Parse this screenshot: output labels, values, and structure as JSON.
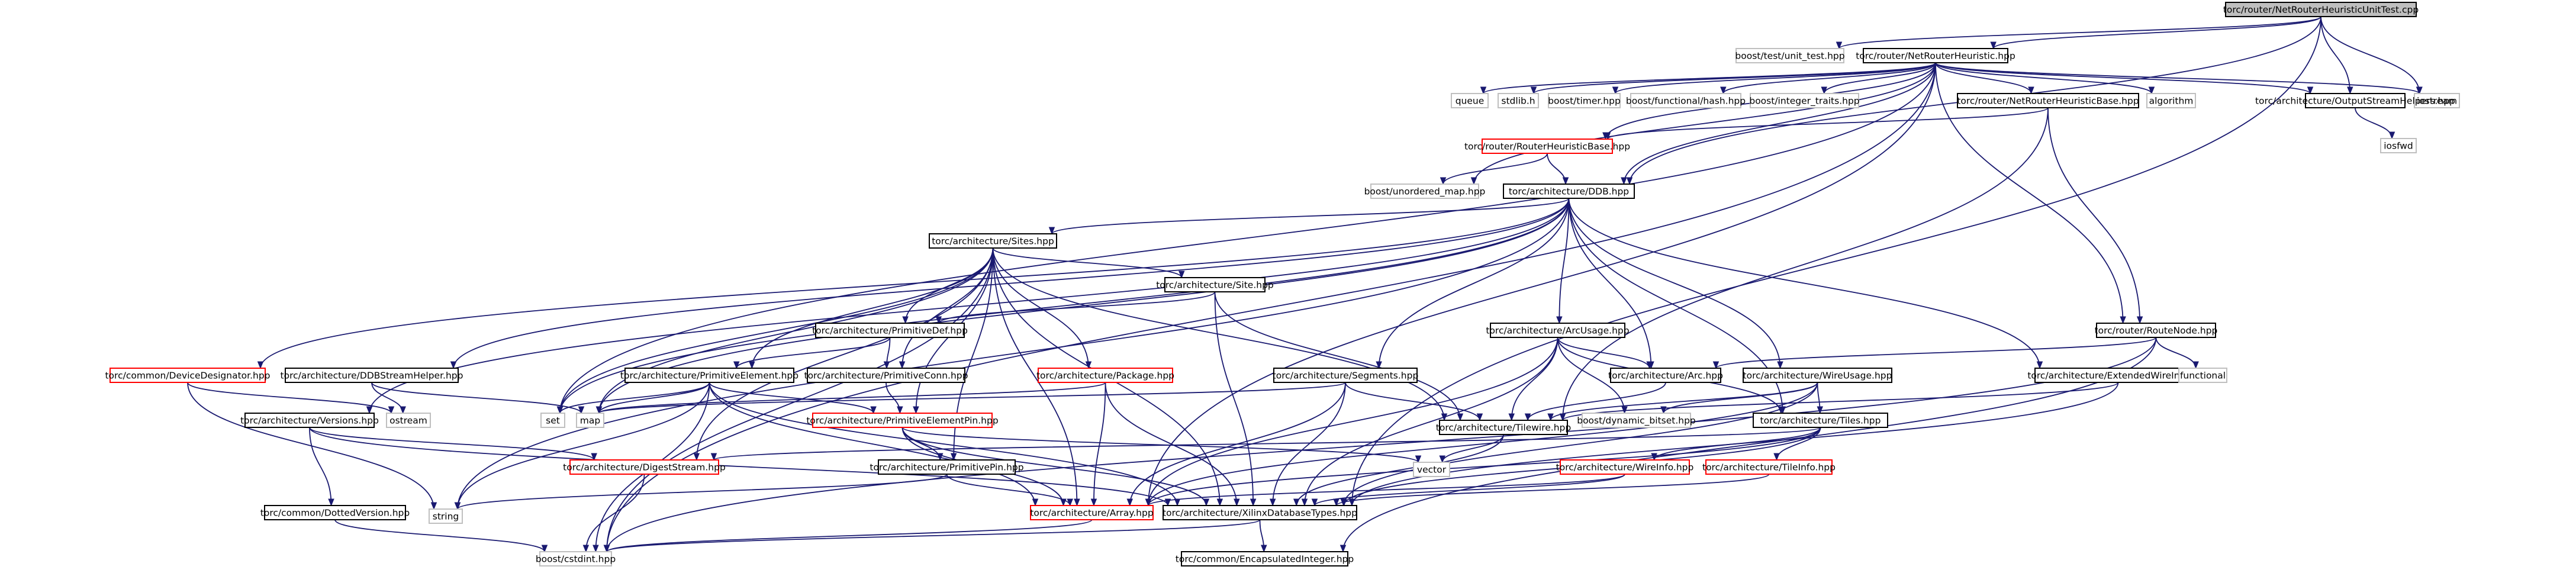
{
  "diagram": {
    "kind": "include-dependency-graph",
    "colors": {
      "edge": "#191970",
      "root_fill": "#bfbfbf",
      "node_border": "#000000",
      "missing_border": "#bfbfbf",
      "error_border": "#ff0000",
      "text": "#000000"
    },
    "nodes": [
      {
        "id": "root",
        "label": "torc/router/NetRouterHeuristicUnitTest.cpp",
        "style": "root"
      },
      {
        "id": "unit_test",
        "label": "boost/test/unit_test.hpp",
        "style": "missing"
      },
      {
        "id": "nrh",
        "label": "torc/router/NetRouterHeuristic.hpp",
        "style": "normal"
      },
      {
        "id": "iostream",
        "label": "iostream",
        "style": "missing"
      },
      {
        "id": "queue",
        "label": "queue",
        "style": "missing"
      },
      {
        "id": "stdlib",
        "label": "stdlib.h",
        "style": "missing"
      },
      {
        "id": "timer",
        "label": "boost/timer.hpp",
        "style": "missing"
      },
      {
        "id": "fhash",
        "label": "boost/functional/hash.hpp",
        "style": "missing"
      },
      {
        "id": "inttraits",
        "label": "boost/integer_traits.hpp",
        "style": "missing"
      },
      {
        "id": "nrhb",
        "label": "torc/router/NetRouterHeuristicBase.hpp",
        "style": "normal"
      },
      {
        "id": "algorithm",
        "label": "algorithm",
        "style": "missing"
      },
      {
        "id": "osh",
        "label": "torc/architecture/OutputStreamHelpers.hpp",
        "style": "normal"
      },
      {
        "id": "iosfwd",
        "label": "iosfwd",
        "style": "missing"
      },
      {
        "id": "rhb",
        "label": "torc/router/RouterHeuristicBase.hpp",
        "style": "error"
      },
      {
        "id": "umap",
        "label": "boost/unordered_map.hpp",
        "style": "missing"
      },
      {
        "id": "ddb",
        "label": "torc/architecture/DDB.hpp",
        "style": "normal"
      },
      {
        "id": "sites",
        "label": "torc/architecture/Sites.hpp",
        "style": "normal"
      },
      {
        "id": "site",
        "label": "torc/architecture/Site.hpp",
        "style": "normal"
      },
      {
        "id": "pdef",
        "label": "torc/architecture/PrimitiveDef.hpp",
        "style": "normal"
      },
      {
        "id": "pconn",
        "label": "torc/architecture/PrimitiveConn.hpp",
        "style": "normal"
      },
      {
        "id": "pkg",
        "label": "torc/architecture/Package.hpp",
        "style": "error"
      },
      {
        "id": "devdes",
        "label": "torc/common/DeviceDesignator.hpp",
        "style": "error"
      },
      {
        "id": "ddbsh",
        "label": "torc/architecture/DDBStreamHelper.hpp",
        "style": "normal"
      },
      {
        "id": "pelem",
        "label": "torc/architecture/PrimitiveElement.hpp",
        "style": "normal"
      },
      {
        "id": "segs",
        "label": "torc/architecture/Segments.hpp",
        "style": "normal"
      },
      {
        "id": "arcusage",
        "label": "torc/architecture/ArcUsage.hpp",
        "style": "normal"
      },
      {
        "id": "arc",
        "label": "torc/architecture/Arc.hpp",
        "style": "normal"
      },
      {
        "id": "wireusage",
        "label": "torc/architecture/WireUsage.hpp",
        "style": "normal"
      },
      {
        "id": "ewi",
        "label": "torc/architecture/ExtendedWireInfo.hpp",
        "style": "normal"
      },
      {
        "id": "routenode",
        "label": "torc/router/RouteNode.hpp",
        "style": "normal"
      },
      {
        "id": "functional",
        "label": "functional",
        "style": "missing"
      },
      {
        "id": "ostream",
        "label": "ostream",
        "style": "missing"
      },
      {
        "id": "set",
        "label": "set",
        "style": "missing"
      },
      {
        "id": "map",
        "label": "map",
        "style": "missing"
      },
      {
        "id": "versions",
        "label": "torc/architecture/Versions.hpp",
        "style": "normal"
      },
      {
        "id": "pep",
        "label": "torc/architecture/PrimitiveElementPin.hpp",
        "style": "error"
      },
      {
        "id": "tilewire",
        "label": "torc/architecture/Tilewire.hpp",
        "style": "normal"
      },
      {
        "id": "bitset",
        "label": "boost/dynamic_bitset.hpp",
        "style": "missing"
      },
      {
        "id": "tiles",
        "label": "torc/architecture/Tiles.hpp",
        "style": "normal"
      },
      {
        "id": "vector",
        "label": "vector",
        "style": "missing"
      },
      {
        "id": "digest",
        "label": "torc/architecture/DigestStream.hpp",
        "style": "error"
      },
      {
        "id": "ppin",
        "label": "torc/architecture/PrimitivePin.hpp",
        "style": "normal"
      },
      {
        "id": "wireinfo",
        "label": "torc/architecture/WireInfo.hpp",
        "style": "error"
      },
      {
        "id": "tileinfo",
        "label": "torc/architecture/TileInfo.hpp",
        "style": "error"
      },
      {
        "id": "string",
        "label": "string",
        "style": "missing"
      },
      {
        "id": "dotver",
        "label": "torc/common/DottedVersion.hpp",
        "style": "normal"
      },
      {
        "id": "array",
        "label": "torc/architecture/Array.hpp",
        "style": "error"
      },
      {
        "id": "xdt",
        "label": "torc/architecture/XilinxDatabaseTypes.hpp",
        "style": "normal"
      },
      {
        "id": "cstdint",
        "label": "boost/cstdint.hpp",
        "style": "missing"
      },
      {
        "id": "encint",
        "label": "torc/common/EncapsulatedInteger.hpp",
        "style": "normal"
      }
    ],
    "edges": [
      [
        "root",
        "unit_test"
      ],
      [
        "root",
        "nrh"
      ],
      [
        "root",
        "iostream"
      ],
      [
        "root",
        "osh"
      ],
      [
        "root",
        "ddb"
      ],
      [
        "root",
        "xdt"
      ],
      [
        "nrh",
        "iostream"
      ],
      [
        "nrh",
        "queue"
      ],
      [
        "nrh",
        "stdlib"
      ],
      [
        "nrh",
        "timer"
      ],
      [
        "nrh",
        "fhash"
      ],
      [
        "nrh",
        "inttraits"
      ],
      [
        "nrh",
        "nrhb"
      ],
      [
        "nrh",
        "algorithm"
      ],
      [
        "nrh",
        "osh"
      ],
      [
        "nrh",
        "rhb"
      ],
      [
        "nrh",
        "umap"
      ],
      [
        "nrh",
        "ddb"
      ],
      [
        "nrh",
        "routenode"
      ],
      [
        "nrh",
        "set"
      ],
      [
        "nrh",
        "cstdint"
      ],
      [
        "nrh",
        "array"
      ],
      [
        "osh",
        "iosfwd"
      ],
      [
        "nrhb",
        "rhb"
      ],
      [
        "nrhb",
        "routenode"
      ],
      [
        "nrhb",
        "tilewire"
      ],
      [
        "rhb",
        "umap"
      ],
      [
        "rhb",
        "ddb"
      ],
      [
        "ddb",
        "sites"
      ],
      [
        "ddb",
        "devdes"
      ],
      [
        "ddb",
        "ddbsh"
      ],
      [
        "ddb",
        "versions"
      ],
      [
        "ddb",
        "segs"
      ],
      [
        "ddb",
        "arcusage"
      ],
      [
        "ddb",
        "arc"
      ],
      [
        "ddb",
        "wireusage"
      ],
      [
        "ddb",
        "ewi"
      ],
      [
        "ddb",
        "tiles"
      ],
      [
        "ddb",
        "set"
      ],
      [
        "ddb",
        "map"
      ],
      [
        "ddb",
        "string"
      ],
      [
        "sites",
        "site"
      ],
      [
        "sites",
        "pdef"
      ],
      [
        "sites",
        "pconn"
      ],
      [
        "sites",
        "pkg"
      ],
      [
        "sites",
        "pelem"
      ],
      [
        "sites",
        "pep"
      ],
      [
        "sites",
        "tilewire"
      ],
      [
        "sites",
        "set"
      ],
      [
        "sites",
        "map"
      ],
      [
        "sites",
        "digest"
      ],
      [
        "sites",
        "ppin"
      ],
      [
        "sites",
        "array"
      ],
      [
        "sites",
        "xdt"
      ],
      [
        "sites",
        "cstdint"
      ],
      [
        "site",
        "pdef"
      ],
      [
        "site",
        "tilewire"
      ],
      [
        "site",
        "xdt"
      ],
      [
        "pdef",
        "pelem"
      ],
      [
        "pdef",
        "pconn"
      ],
      [
        "pconn",
        "pep"
      ],
      [
        "pkg",
        "map"
      ],
      [
        "pkg",
        "array"
      ],
      [
        "pkg",
        "xdt"
      ],
      [
        "devdes",
        "ostream"
      ],
      [
        "devdes",
        "string"
      ],
      [
        "ddbsh",
        "ostream"
      ],
      [
        "ddbsh",
        "map"
      ],
      [
        "pelem",
        "pep"
      ],
      [
        "pelem",
        "set"
      ],
      [
        "pelem",
        "map"
      ],
      [
        "pelem",
        "string"
      ],
      [
        "pelem",
        "array"
      ],
      [
        "pelem",
        "xdt"
      ],
      [
        "pelem",
        "cstdint"
      ],
      [
        "versions",
        "digest"
      ],
      [
        "versions",
        "dotver"
      ],
      [
        "versions",
        "xdt"
      ],
      [
        "pep",
        "ppin"
      ],
      [
        "pep",
        "array"
      ],
      [
        "pep",
        "xdt"
      ],
      [
        "pep",
        "vector"
      ],
      [
        "segs",
        "tilewire"
      ],
      [
        "segs",
        "array"
      ],
      [
        "segs",
        "xdt"
      ],
      [
        "segs",
        "map"
      ],
      [
        "arcusage",
        "arc"
      ],
      [
        "arcusage",
        "tilewire"
      ],
      [
        "arcusage",
        "bitset"
      ],
      [
        "arcusage",
        "array"
      ],
      [
        "arcusage",
        "tiles"
      ],
      [
        "arcusage",
        "xdt"
      ],
      [
        "arc",
        "tilewire"
      ],
      [
        "wireusage",
        "tilewire"
      ],
      [
        "wireusage",
        "bitset"
      ],
      [
        "wireusage",
        "tiles"
      ],
      [
        "wireusage",
        "array"
      ],
      [
        "wireusage",
        "xdt"
      ],
      [
        "ewi",
        "tilewire"
      ],
      [
        "ewi",
        "xdt"
      ],
      [
        "routenode",
        "arc"
      ],
      [
        "routenode",
        "functional"
      ],
      [
        "routenode",
        "cstdint"
      ],
      [
        "routenode",
        "encint"
      ],
      [
        "tilewire",
        "vector"
      ],
      [
        "tilewire",
        "xdt"
      ],
      [
        "tiles",
        "wireinfo"
      ],
      [
        "tiles",
        "tileinfo"
      ],
      [
        "tiles",
        "array"
      ],
      [
        "tiles",
        "xdt"
      ],
      [
        "tiles",
        "digest"
      ],
      [
        "digest",
        "cstdint"
      ],
      [
        "ppin",
        "array"
      ],
      [
        "ppin",
        "string"
      ],
      [
        "wireinfo",
        "array"
      ],
      [
        "wireinfo",
        "xdt"
      ],
      [
        "tileinfo",
        "xdt"
      ],
      [
        "dotver",
        "cstdint"
      ],
      [
        "array",
        "cstdint"
      ],
      [
        "xdt",
        "encint"
      ],
      [
        "xdt",
        "cstdint"
      ]
    ]
  }
}
